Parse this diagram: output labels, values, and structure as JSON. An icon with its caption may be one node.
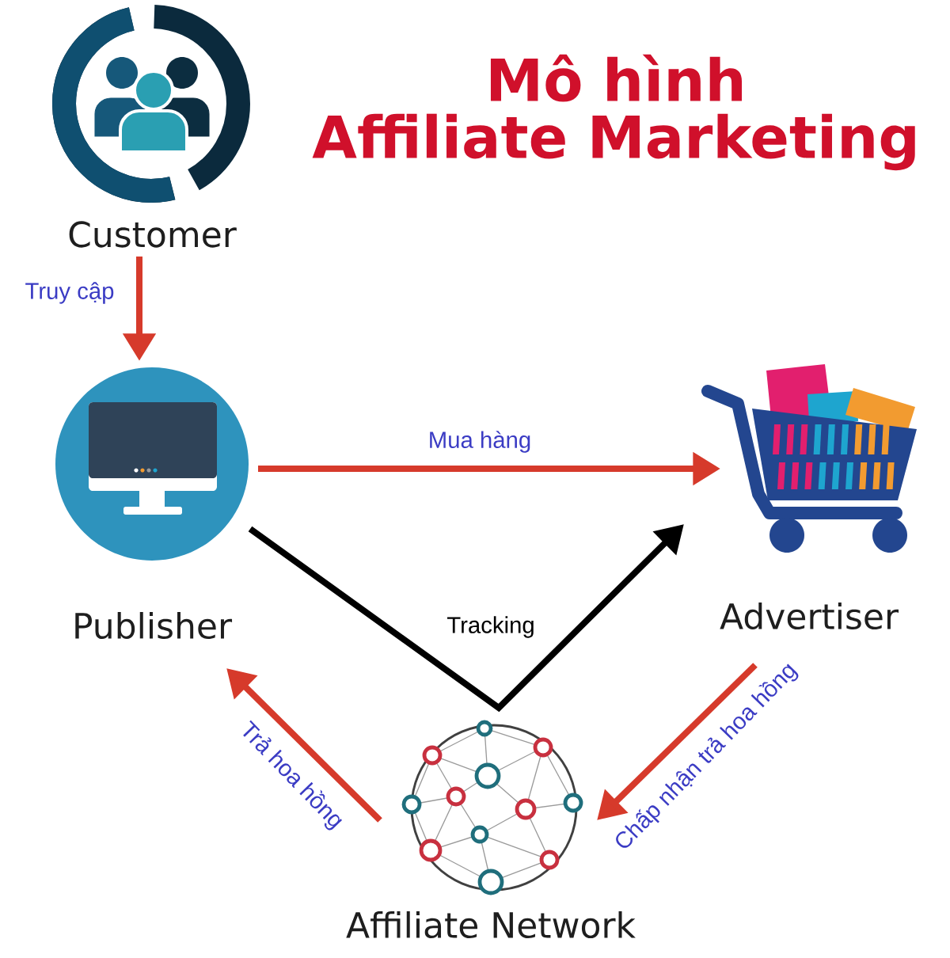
{
  "diagram": {
    "title": "Mô hình Affiliate Marketing",
    "nodes": [
      {
        "text": [
          "Customer"
        ]
      },
      {
        "text": [
          "Publisher"
        ]
      },
      {
        "text": [
          "Advertiser"
        ]
      },
      {
        "text": [
          "Affiliate Network"
        ]
      }
    ],
    "edges": [
      {
        "from": 0,
        "to": 1,
        "arrow": "to",
        "label": "Truy cập"
      },
      {
        "from": 1,
        "to": 2,
        "arrow": "to",
        "label": "Mua hàng"
      },
      {
        "from": 1,
        "to": 2,
        "arrow": "to",
        "label": "Tracking",
        "color": "#000000"
      },
      {
        "from": 2,
        "to": 3,
        "arrow": "to",
        "label": "Chấp nhận trả hoa hồng"
      },
      {
        "from": 3,
        "to": 1,
        "arrow": "to",
        "label": "Trả hoa hồng"
      }
    ]
  }
}
